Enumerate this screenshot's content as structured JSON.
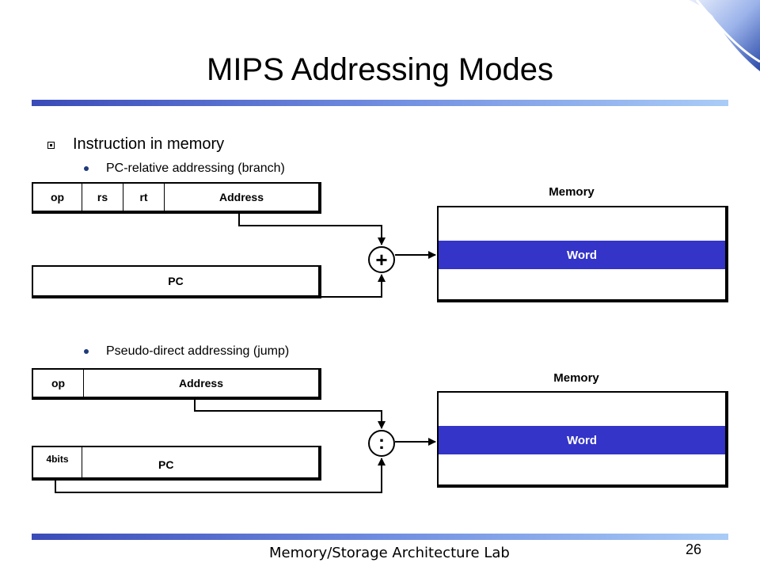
{
  "slide": {
    "title": "MIPS Addressing Modes",
    "heading": "Instruction in memory",
    "footer": "Memory/Storage Architecture Lab",
    "page_number": "26",
    "accent": "#3a4bb8",
    "word_color": "#3434c8"
  },
  "branch": {
    "label": "PC-relative addressing (branch)",
    "instr_fields": [
      "op",
      "rs",
      "rt",
      "Address"
    ],
    "pc_label": "PC",
    "operator": "+",
    "memory_title": "Memory",
    "word_label": "Word"
  },
  "jump": {
    "label": "Pseudo-direct addressing (jump)",
    "instr_fields": [
      "op",
      "Address"
    ],
    "pc_prefix": "4bits",
    "pc_label": "PC",
    "operator": ":",
    "memory_title": "Memory",
    "word_label": "Word"
  }
}
